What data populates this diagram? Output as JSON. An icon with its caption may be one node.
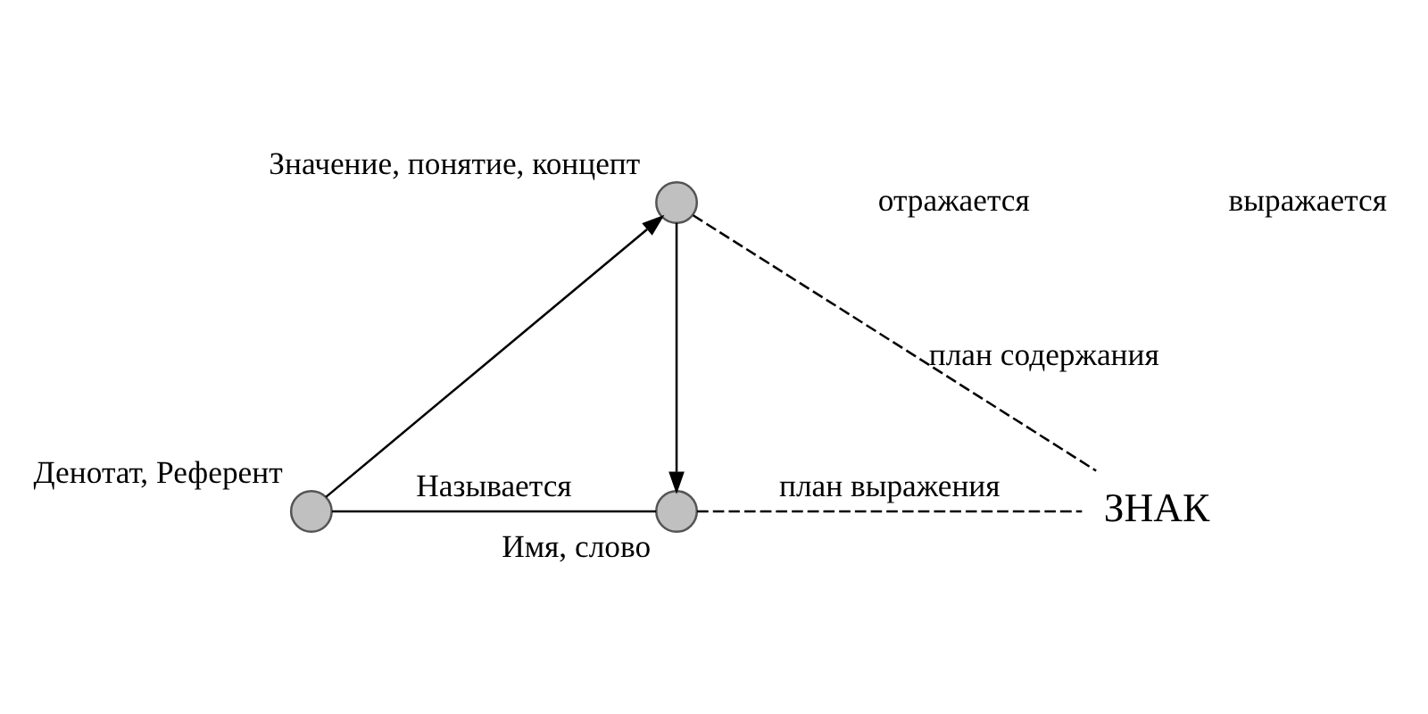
{
  "diagram": {
    "nodes": [
      {
        "text": [],
        "shape": "circle",
        "beside": [
          "Значение, понятие, концепт"
        ]
      },
      {
        "text": [],
        "shape": "circle",
        "beside": [
          "Денотат, Референт"
        ]
      },
      {
        "text": [],
        "shape": "circle",
        "beside": [
          "Имя, слово"
        ]
      },
      {
        "text": [
          "ЗНАК"
        ]
      }
    ],
    "edges": [
      {
        "from": 1,
        "to": 0,
        "arrow": "to"
      },
      {
        "from": 0,
        "to": 2,
        "arrow": "to"
      },
      {
        "from": 1,
        "to": 2,
        "arrow": "none",
        "label": "Называется"
      },
      {
        "from": 0,
        "to": 3,
        "arrow": "none",
        "style": "dashed",
        "label": "план содержания"
      },
      {
        "from": 2,
        "to": 3,
        "arrow": "none",
        "style": "dashed",
        "label": "план выражения"
      }
    ],
    "labels": [
      "отражается",
      "выражается"
    ]
  }
}
